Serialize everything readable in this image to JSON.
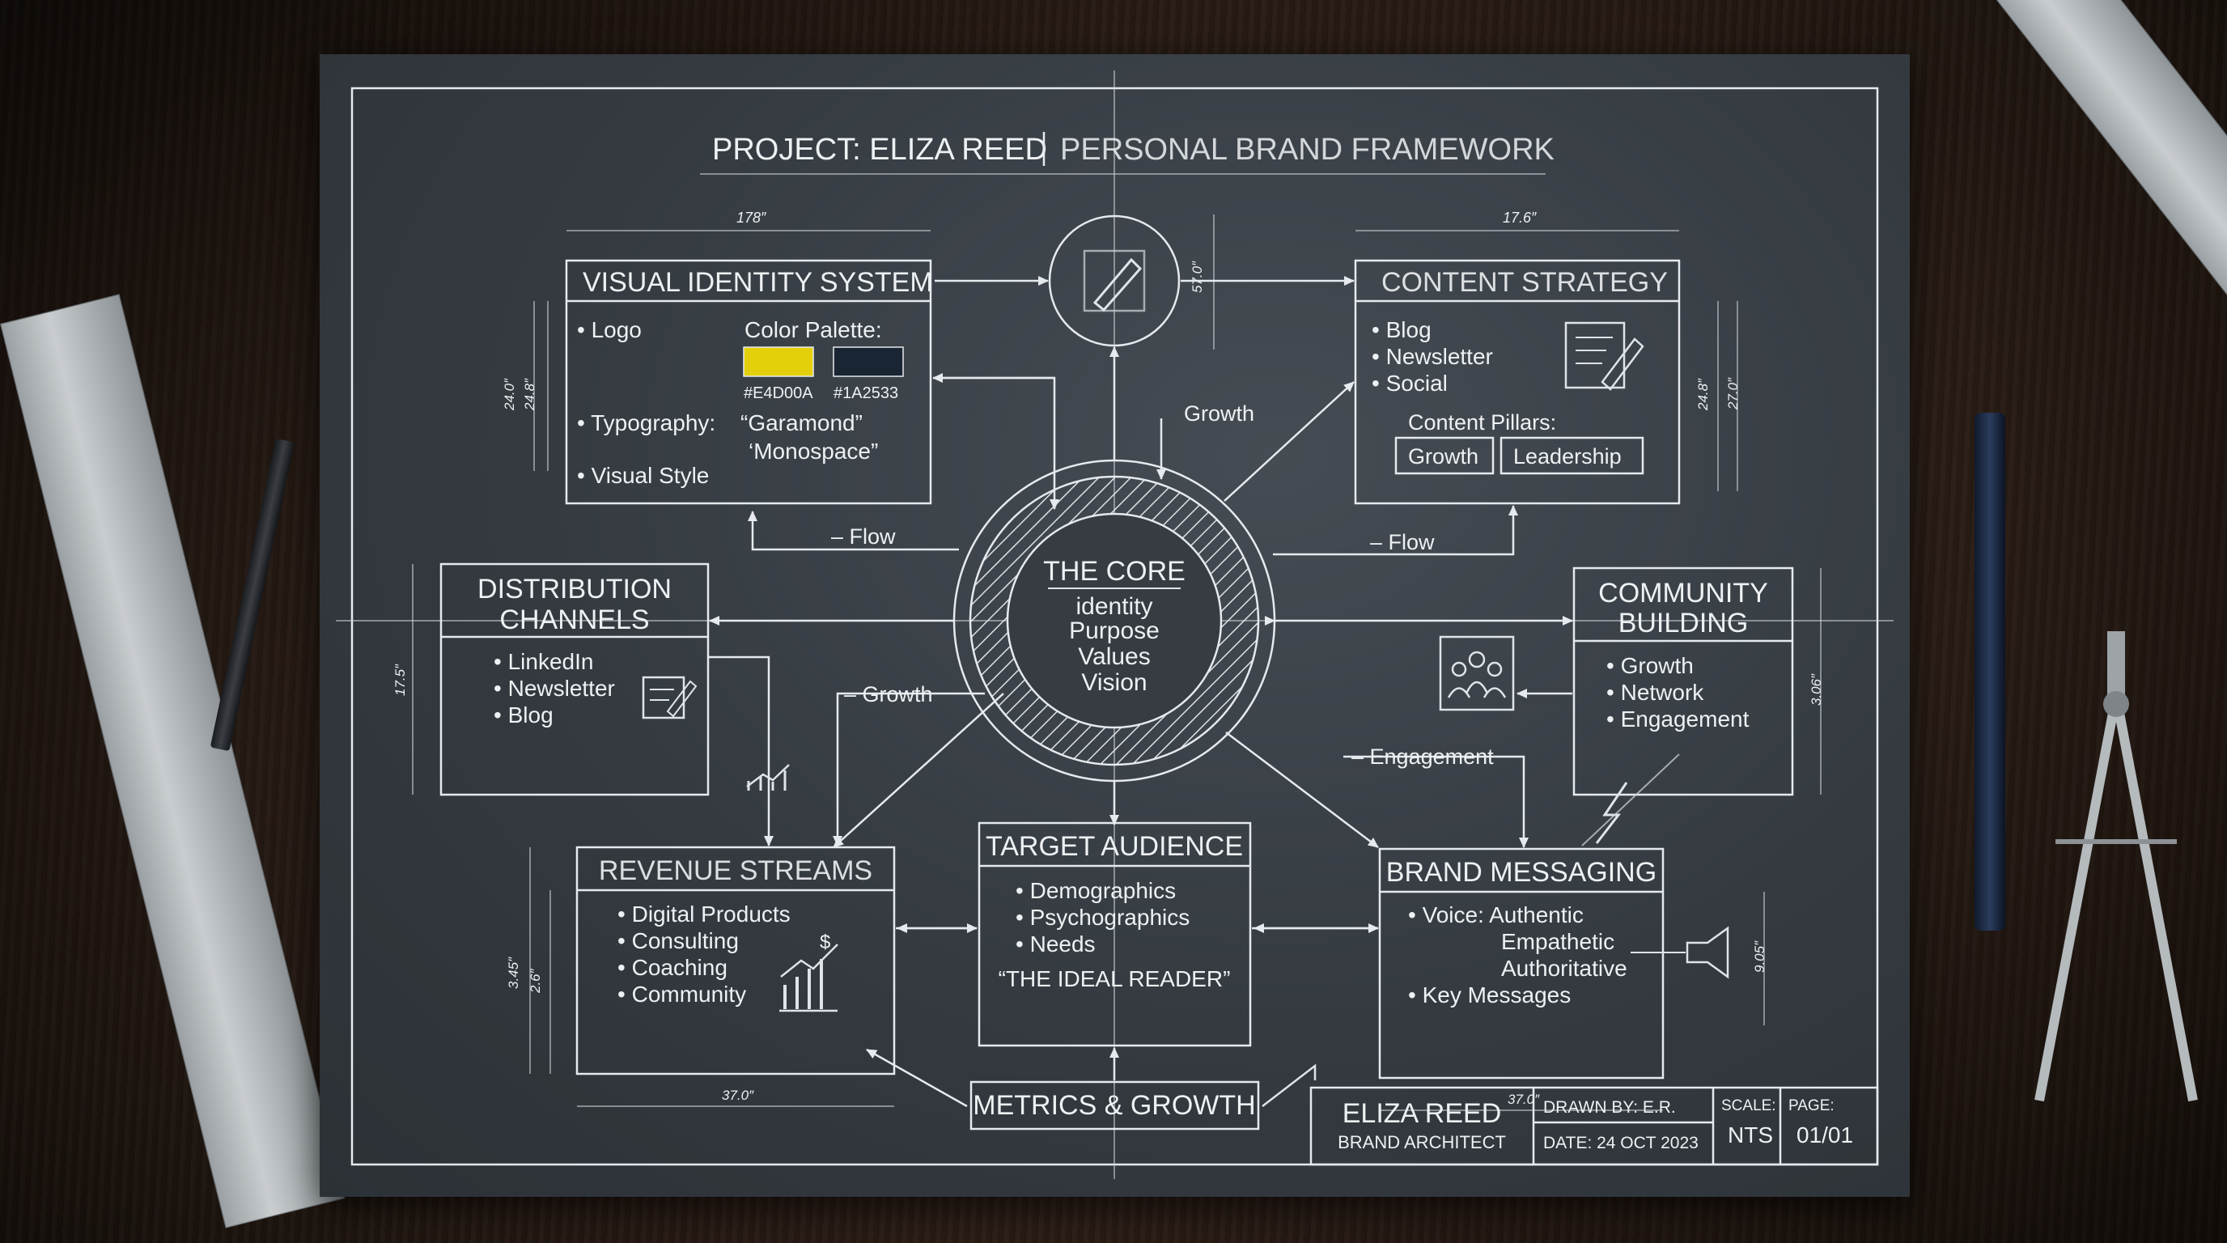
{
  "title": {
    "project": "PROJECT: ELIZA REED",
    "framework": "PERSONAL BRAND FRAMEWORK"
  },
  "core": {
    "title": "THE CORE",
    "items": [
      "identity",
      "Purpose",
      "Values",
      "Vision"
    ]
  },
  "visual_identity": {
    "title": "VISUAL IDENTITY SYSTEM",
    "logo": "• Logo",
    "palette_label": "Color Palette:",
    "swatches": [
      {
        "color": "#E4D00A",
        "label": "#E4D00A"
      },
      {
        "color": "#1A2533",
        "label": "#1A2533"
      }
    ],
    "typography_label": "• Typography:",
    "fonts": [
      "“Garamond”",
      "‘Monospace”"
    ],
    "visual_style": "• Visual Style",
    "dim_width": "178″",
    "dim_h1": "24.0″",
    "dim_h2": "24.8″"
  },
  "content_strategy": {
    "title": "CONTENT STRATEGY",
    "items": [
      "Blog",
      "Newsletter",
      "Social"
    ],
    "pillars_label": "Content Pillars:",
    "pillars": [
      "Growth",
      "Leadership"
    ],
    "dim_width": "17.6″",
    "dim_h1": "24.8″",
    "dim_h2": "27.0″"
  },
  "distribution": {
    "title_line1": "DISTRIBUTION",
    "title_line2": "CHANNELS",
    "items": [
      "LinkedIn",
      "Newsletter",
      "Blog"
    ],
    "dim_h": "17.5″"
  },
  "community": {
    "title_line1": "COMMUNITY",
    "title_line2": "BUILDING",
    "items": [
      "Growth",
      "Network",
      "Engagement"
    ],
    "dim_h": "3.06″"
  },
  "revenue": {
    "title": "REVENUE STREAMS",
    "items": [
      "Digital Products",
      "Consulting",
      "Coaching",
      "Community"
    ],
    "dim_width": "37.0″",
    "dim_h1": "3.45″",
    "dim_h2": "2.6″"
  },
  "audience": {
    "title": "TARGET AUDIENCE",
    "items": [
      "Demographics",
      "Psychographics",
      "Needs"
    ],
    "ideal": "“THE IDEAL READER”"
  },
  "messaging": {
    "title": "BRAND MESSAGING",
    "voice_label": "• Voice: Authentic",
    "voice_more": [
      "Empathetic",
      "Authoritative"
    ],
    "key": "• Key Messages",
    "dim_width": "37.0″",
    "dim_h": "9.05″"
  },
  "metrics": {
    "title": "METRICS & GROWTH"
  },
  "top_icon_dim": "57.0″",
  "flow_labels": {
    "growth_top": "Growth",
    "flow_left": "Flow",
    "flow_right": "Flow",
    "growth_left": "Growth",
    "engagement": "Engagement"
  },
  "title_block": {
    "name": "ELIZA REED",
    "role": "BRAND ARCHITECT",
    "drawn_by": "DRAWN BY: E.R.",
    "date": "DATE: 24 OCT 2023",
    "scale_label": "SCALE:",
    "scale_value": "NTS",
    "page_label": "PAGE:",
    "page_value": "01/01"
  },
  "colors": {
    "paper": "#363c42",
    "ink": "#e6eaee",
    "yellow": "#E4D00A",
    "navy": "#1A2533"
  }
}
